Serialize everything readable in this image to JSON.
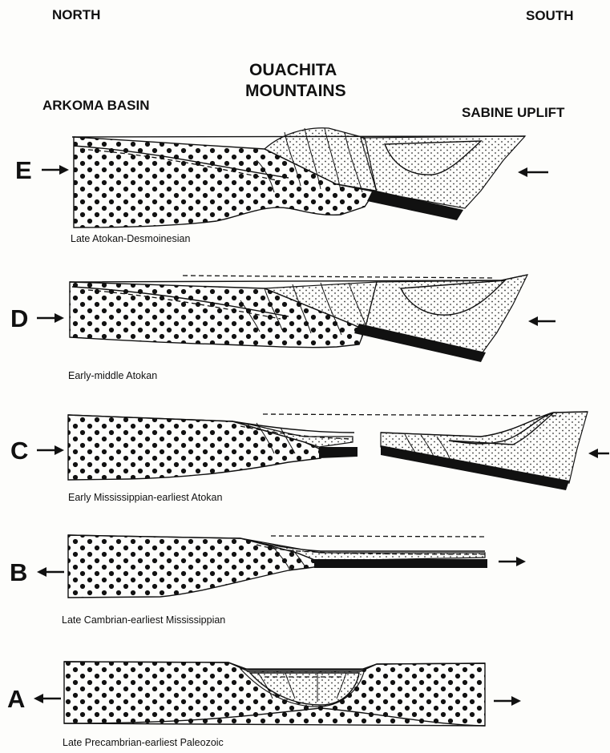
{
  "header": {
    "north": "NORTH",
    "south": "SOUTH",
    "ouachita_line1": "OUACHITA",
    "ouachita_line2": "MOUNTAINS",
    "arkoma": "ARKOMA BASIN",
    "sabine": "SABINE UPLIFT"
  },
  "stages": [
    {
      "letter": "E",
      "caption": "Late Atokan-Desmoinesian",
      "north_arrow": "into-basin",
      "south_arrow": "left"
    },
    {
      "letter": "D",
      "caption": "Early-middle Atokan",
      "north_arrow": "into-basin",
      "south_arrow": "left"
    },
    {
      "letter": "C",
      "caption": "Early Mississippian-earliest Atokan",
      "north_arrow": "into-basin",
      "south_arrow": "left"
    },
    {
      "letter": "B",
      "caption": "Late Cambrian-earliest Mississippian",
      "north_arrow": "away-from-basin",
      "south_arrow": "right"
    },
    {
      "letter": "A",
      "caption": "Late Precambrian-earliest Paleozoic",
      "north_arrow": "away-from-basin",
      "south_arrow": "right"
    }
  ],
  "colors": {
    "ink": "#111111",
    "paper": "#fdfdfb"
  }
}
